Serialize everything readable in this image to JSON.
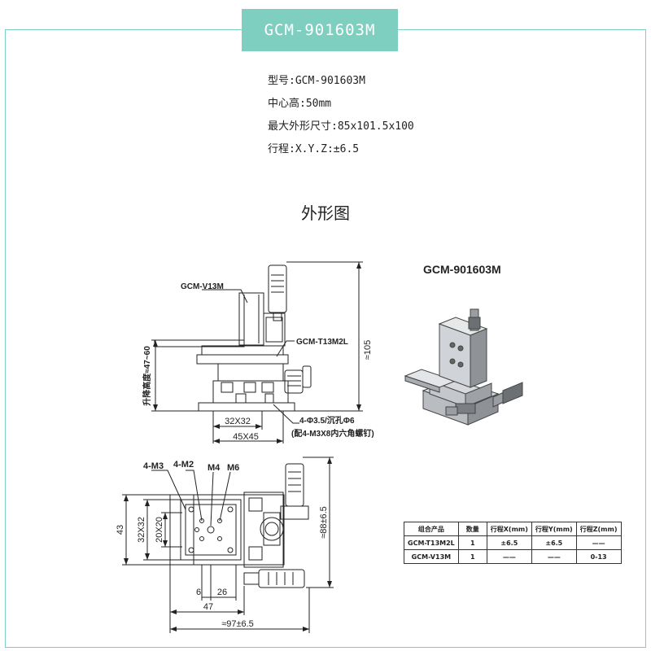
{
  "header": {
    "model_title": "GCM-901603M"
  },
  "specs": {
    "model": "型号:GCM-901603M",
    "center_height": "中心高:50mm",
    "max_size": "最大外形尺寸:85x101.5x100",
    "travel": "行程:X.Y.Z:±6.5"
  },
  "section": {
    "title": "外形图"
  },
  "drawing_top": {
    "label_v13m": "GCM-V13M",
    "label_t13m2l": "GCM-T13M2L",
    "lift_height": "升降高度≈47~60",
    "height_105": "≈105",
    "dim_32": "32X32",
    "dim_45": "45X45",
    "hole_note": "4-Φ3.5/沉孔Φ6",
    "screw_note": "(配4-M3X8内六角螺钉)"
  },
  "product_view": {
    "title": "GCM-901603M"
  },
  "drawing_bottom": {
    "label_4m3": "4-M3",
    "label_4m2": "4-M2",
    "label_m4": "M4",
    "label_m6": "M6",
    "dim_43": "43",
    "dim_32x32": "32X32",
    "dim_20x20": "20X20",
    "dim_6": "6",
    "dim_26": "26",
    "dim_47": "47",
    "dim_97": "≈97±6.5",
    "dim_88": "≈88±6.5"
  },
  "table": {
    "headers": [
      "组合产品",
      "数量",
      "行程X(mm)",
      "行程Y(mm)",
      "行程Z(mm)"
    ],
    "rows": [
      [
        "GCM-T13M2L",
        "1",
        "±6.5",
        "±6.5",
        "——"
      ],
      [
        "GCM-V13M",
        "1",
        "——",
        "——",
        "0-13"
      ]
    ]
  },
  "colors": {
    "accent": "#7ecfc0",
    "line": "#222222"
  }
}
